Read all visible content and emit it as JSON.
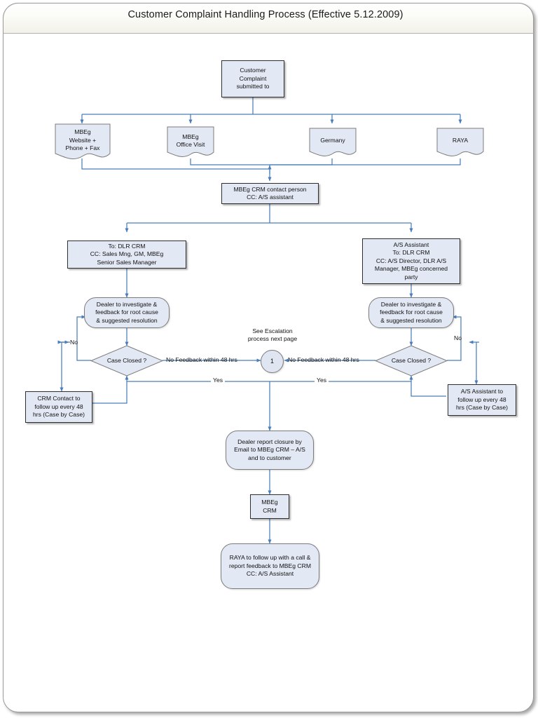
{
  "document": {
    "title": "Customer Complaint Handling Process (Effective 5.12.2009)"
  },
  "colors": {
    "node_fill": "#e3e9f4",
    "node_stroke_dark": "#2e2e2e",
    "node_stroke_light": "#7b7b7b",
    "connector": "#4a7ebb",
    "page_background": "#ffffff",
    "titlebar_background": "#f4f4ec"
  },
  "chart_data": {
    "type": "diagram",
    "diagram_type": "flowchart",
    "title": "Customer Complaint Handling Process (Effective 5.12.2009)",
    "nodes": [
      {
        "id": "start",
        "shape": "rectangle",
        "text": "Customer Complaint submitted  to"
      },
      {
        "id": "ch_web",
        "shape": "document",
        "text": "MBEg Website + Phone + Fax"
      },
      {
        "id": "ch_office",
        "shape": "document",
        "text": "MBEg Office Visit"
      },
      {
        "id": "ch_germany",
        "shape": "document",
        "text": "Germany"
      },
      {
        "id": "ch_raya",
        "shape": "document",
        "text": "RAYA"
      },
      {
        "id": "crm_contact",
        "shape": "rectangle",
        "text": "MBEg CRM contact person CC: A/S assistant"
      },
      {
        "id": "to_dlr_crm",
        "shape": "rectangle",
        "text": "To: DLR CRM CC: Sales Mng, GM, MBEg Senior Sales Manager"
      },
      {
        "id": "as_assistant",
        "shape": "rectangle",
        "text": "A/S Assistant To: DLR CRM CC: A/S Director, DLR A/S Manager, MBEg concerned party"
      },
      {
        "id": "dealer_left",
        "shape": "rounded",
        "text": "Dealer to investigate & feedback for root cause & suggested resolution"
      },
      {
        "id": "dealer_right",
        "shape": "rounded",
        "text": "Dealer to investigate & feedback for root cause & suggested resolution"
      },
      {
        "id": "closed_left",
        "shape": "diamond",
        "text": "Case Closed ?"
      },
      {
        "id": "closed_right",
        "shape": "diamond",
        "text": "Case Closed ?"
      },
      {
        "id": "escalation",
        "shape": "circle",
        "text": "1"
      },
      {
        "id": "crm_followup",
        "shape": "rectangle",
        "text": "CRM Contact to follow up every 48 hrs (Case by Case)"
      },
      {
        "id": "as_followup",
        "shape": "rectangle",
        "text": "A/S Assistant to follow up every 48 hrs (Case by Case)"
      },
      {
        "id": "report",
        "shape": "rounded",
        "text": "Dealer report closure by Email to MBEg CRM – A/S and to customer"
      },
      {
        "id": "mbeg_crm",
        "shape": "rectangle",
        "text": "MBEg CRM"
      },
      {
        "id": "raya_follow",
        "shape": "rounded",
        "text": "RAYA to follow up with a call & report feedback to MBEg CRM CC: A/S Assistant"
      }
    ],
    "edges": [
      {
        "from": "start",
        "to": "ch_web",
        "label": ""
      },
      {
        "from": "start",
        "to": "ch_office",
        "label": ""
      },
      {
        "from": "start",
        "to": "ch_germany",
        "label": ""
      },
      {
        "from": "start",
        "to": "ch_raya",
        "label": ""
      },
      {
        "from": "ch_web",
        "to": "crm_contact",
        "label": ""
      },
      {
        "from": "ch_office",
        "to": "crm_contact",
        "label": ""
      },
      {
        "from": "ch_germany",
        "to": "crm_contact",
        "label": ""
      },
      {
        "from": "ch_raya",
        "to": "crm_contact",
        "label": ""
      },
      {
        "from": "crm_contact",
        "to": "to_dlr_crm",
        "label": ""
      },
      {
        "from": "crm_contact",
        "to": "as_assistant",
        "label": ""
      },
      {
        "from": "to_dlr_crm",
        "to": "dealer_left",
        "label": ""
      },
      {
        "from": "as_assistant",
        "to": "dealer_right",
        "label": ""
      },
      {
        "from": "dealer_left",
        "to": "closed_left",
        "label": ""
      },
      {
        "from": "dealer_right",
        "to": "closed_right",
        "label": ""
      },
      {
        "from": "closed_left",
        "to": "crm_followup",
        "label": "No"
      },
      {
        "from": "closed_right",
        "to": "as_followup",
        "label": "No"
      },
      {
        "from": "crm_followup",
        "to": "dealer_left",
        "label": ""
      },
      {
        "from": "as_followup",
        "to": "dealer_right",
        "label": ""
      },
      {
        "from": "closed_left",
        "to": "escalation",
        "label": "No Feedback within 48 hrs"
      },
      {
        "from": "closed_right",
        "to": "escalation",
        "label": "No Feedback within 48 hrs"
      },
      {
        "from": "closed_left",
        "to": "report",
        "label": "Yes"
      },
      {
        "from": "closed_right",
        "to": "report",
        "label": "Yes"
      },
      {
        "from": "report",
        "to": "mbeg_crm",
        "label": ""
      },
      {
        "from": "mbeg_crm",
        "to": "raya_follow",
        "label": ""
      }
    ],
    "annotations": [
      {
        "id": "escalation_note",
        "text": "See Escalation process next page"
      }
    ]
  },
  "nodes": {
    "start": {
      "line1": "Customer",
      "line2": "Complaint",
      "line3": "submitted  to"
    },
    "channels": {
      "web": {
        "line1": "MBEg",
        "line2": "Website +",
        "line3": "Phone + Fax"
      },
      "office": {
        "line1": "MBEg",
        "line2": "Office Visit"
      },
      "germany": {
        "line1": "Germany"
      },
      "raya": {
        "line1": "RAYA"
      }
    },
    "crm_contact": {
      "line1": "MBEg CRM contact person",
      "line2": "CC: A/S assistant"
    },
    "to_dlr_crm": {
      "line1": "To: DLR CRM",
      "line2": "CC: Sales Mng, GM, MBEg",
      "line3": "Senior Sales Manager"
    },
    "as_assistant": {
      "line1": "A/S Assistant",
      "line2": "To: DLR CRM",
      "line3": "CC: A/S Director, DLR A/S",
      "line4": "Manager, MBEg concerned",
      "line5": "party"
    },
    "dealer_left": {
      "line1": "Dealer to investigate &",
      "line2": "feedback for root cause",
      "line3": "& suggested resolution"
    },
    "dealer_right": {
      "line1": "Dealer to investigate &",
      "line2": "feedback for root cause",
      "line3": "& suggested resolution"
    },
    "closed_left": {
      "text": "Case Closed ?"
    },
    "closed_right": {
      "text": "Case Closed ?"
    },
    "escalation": {
      "text": "1"
    },
    "crm_followup": {
      "line1": "CRM Contact to",
      "line2": "follow up every 48",
      "line3": "hrs (Case by Case)"
    },
    "as_followup": {
      "line1": "A/S Assistant to",
      "line2": "follow up every 48",
      "line3": "hrs (Case by Case)"
    },
    "report": {
      "line1": "Dealer report closure by",
      "line2": "Email to MBEg CRM – A/S",
      "line3": "and to customer"
    },
    "mbeg_crm": {
      "line1": "MBEg",
      "line2": "CRM"
    },
    "raya_follow": {
      "line1": "RAYA to follow up with a call &",
      "line2": "report feedback to MBEg CRM",
      "line3": "CC: A/S Assistant"
    }
  },
  "labels": {
    "no_left": "No",
    "no_right": "No",
    "yes_left": "Yes",
    "yes_right": "Yes",
    "nofeedback_left": "No Feedback within 48 hrs",
    "nofeedback_right": "No Feedback within 48 hrs",
    "escalation_note_line1": "See Escalation",
    "escalation_note_line2": "process next page"
  }
}
